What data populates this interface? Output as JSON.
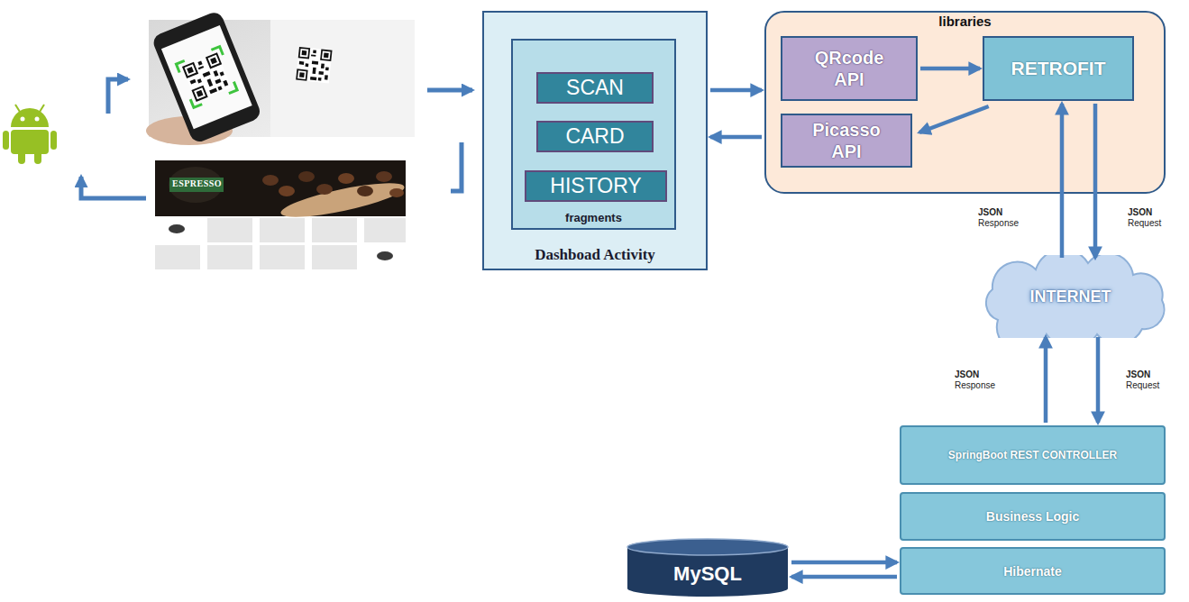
{
  "diagram": {
    "nodes": [
      {
        "text": [
          "Dashboad Activity"
        ]
      },
      {
        "text": [
          "fragments"
        ],
        "in": 0
      },
      {
        "text": [
          "SCAN"
        ],
        "in": 1
      },
      {
        "text": [
          "CARD"
        ],
        "in": 1
      },
      {
        "text": [
          "HISTORY"
        ],
        "in": 1
      },
      {
        "text": [
          "libraries"
        ]
      },
      {
        "text": [
          "QRcode API"
        ],
        "in": 5
      },
      {
        "text": [
          "RETROFIT"
        ],
        "in": 5
      },
      {
        "text": [
          "Picasso API"
        ],
        "in": 5
      },
      {
        "text": [
          "INTERNET"
        ]
      },
      {
        "text": [
          "SpringBoot REST CONTROLLER"
        ]
      },
      {
        "text": [
          "Business Logic"
        ]
      },
      {
        "text": [
          "Hibernate"
        ]
      },
      {
        "text": [
          "MySQL"
        ]
      }
    ],
    "edges": [
      {
        "from": 0,
        "to": 5,
        "arrow": "to"
      },
      {
        "from": 5,
        "to": 0,
        "arrow": "to"
      },
      {
        "from": 6,
        "to": 7,
        "arrow": "to"
      },
      {
        "from": 7,
        "to": 8,
        "arrow": "to"
      },
      {
        "from": 9,
        "to": 7,
        "label": "JSON Response",
        "arrow": "to"
      },
      {
        "from": 7,
        "to": 9,
        "label": "JSON Request",
        "arrow": "to"
      },
      {
        "from": 10,
        "to": 9,
        "label": "JSON Response",
        "arrow": "to"
      },
      {
        "from": 9,
        "to": 10,
        "label": "JSON Request",
        "arrow": "to"
      },
      {
        "from": 13,
        "to": 12,
        "arrow": "to"
      },
      {
        "from": 12,
        "to": 13,
        "arrow": "to"
      }
    ],
    "labels": [
      "ESPRESSO"
    ]
  }
}
